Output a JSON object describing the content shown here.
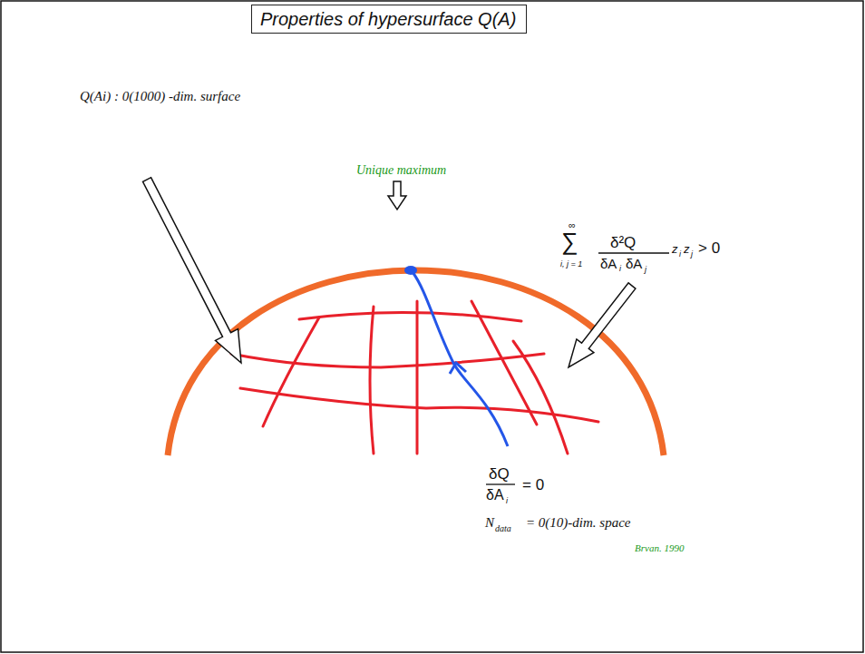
{
  "diagram": {
    "title": "Properties of hypersurface Q(A)",
    "labels": [
      "Q(Ai) : 0(1000) -dim. surface",
      "Unique maximum",
      "∞",
      "∑",
      "i, j = 1",
      "δ²Q",
      "δA",
      "i",
      "δA",
      "j",
      "z",
      "i",
      "z",
      "j",
      "> 0",
      "δQ",
      "δA",
      "i",
      "= 0",
      "N",
      "data",
      "= 0(10)-dim. space",
      "Brvan. 1990"
    ]
  }
}
